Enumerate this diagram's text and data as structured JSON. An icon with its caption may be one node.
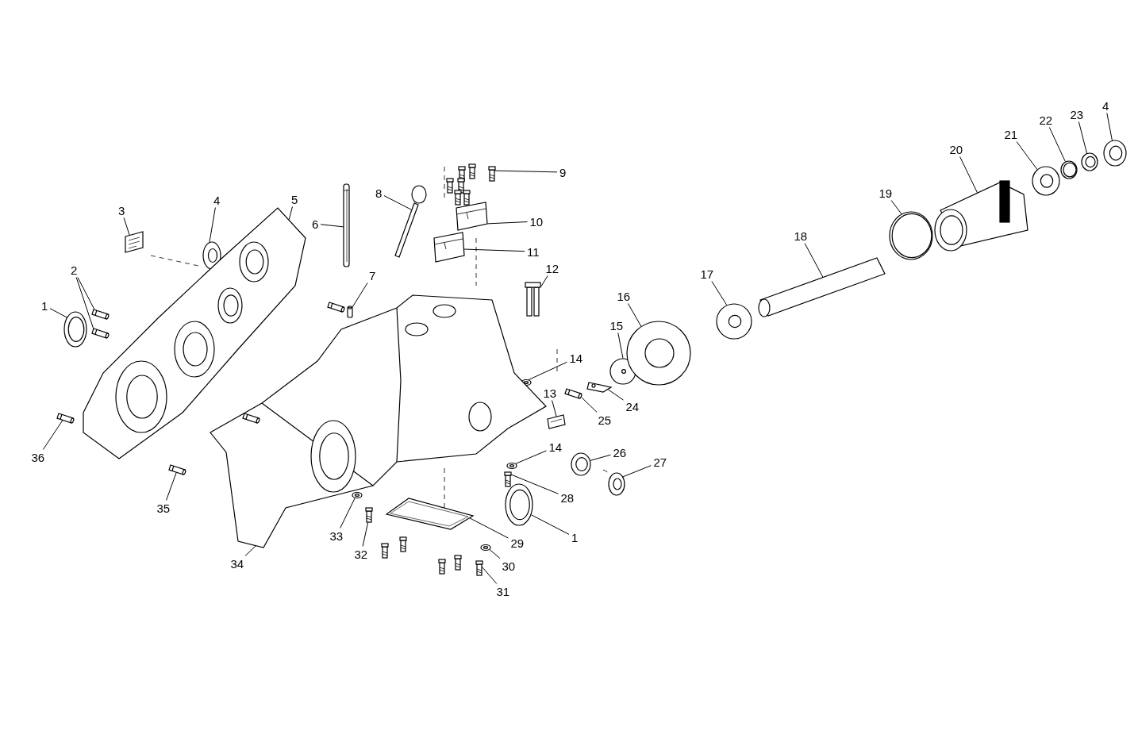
{
  "diagram": {
    "nodes": [
      {
        "text": [
          "3"
        ]
      },
      {
        "text": [
          "4"
        ]
      },
      {
        "text": [
          "5"
        ]
      },
      {
        "text": [
          "2"
        ]
      },
      {
        "text": [
          "1"
        ]
      },
      {
        "text": [
          "36"
        ]
      },
      {
        "text": [
          "6"
        ]
      },
      {
        "text": [
          "8"
        ]
      },
      {
        "text": [
          "9"
        ]
      },
      {
        "text": [
          "10"
        ]
      },
      {
        "text": [
          "11"
        ]
      },
      {
        "text": [
          "7"
        ]
      },
      {
        "text": [
          "12"
        ]
      },
      {
        "text": [
          "14"
        ]
      },
      {
        "text": [
          "15"
        ]
      },
      {
        "text": [
          "16"
        ]
      },
      {
        "text": [
          "13"
        ]
      },
      {
        "text": [
          "24"
        ]
      },
      {
        "text": [
          "25"
        ]
      },
      {
        "text": [
          "14"
        ]
      },
      {
        "text": [
          "26"
        ]
      },
      {
        "text": [
          "27"
        ]
      },
      {
        "text": [
          "28"
        ]
      },
      {
        "text": [
          "1"
        ]
      },
      {
        "text": [
          "29"
        ]
      },
      {
        "text": [
          "30"
        ]
      },
      {
        "text": [
          "31"
        ]
      },
      {
        "text": [
          "32"
        ]
      },
      {
        "text": [
          "33"
        ]
      },
      {
        "text": [
          "34"
        ]
      },
      {
        "text": [
          "35"
        ]
      },
      {
        "text": [
          "17"
        ]
      },
      {
        "text": [
          "18"
        ]
      },
      {
        "text": [
          "19"
        ]
      },
      {
        "text": [
          "20"
        ]
      },
      {
        "text": [
          "21"
        ]
      },
      {
        "text": [
          "22"
        ]
      },
      {
        "text": [
          "23"
        ]
      },
      {
        "text": [
          "4"
        ]
      },
      {
        "text": [],
        "shape": "picture"
      },
      {
        "text": [],
        "shape": "picture"
      },
      {
        "text": [],
        "shape": "picture"
      },
      {
        "text": [],
        "shape": "picture"
      },
      {
        "text": [],
        "shape": "picture"
      },
      {
        "text": [],
        "shape": "picture"
      },
      {
        "text": [],
        "shape": "picture"
      },
      {
        "text": [],
        "shape": "picture"
      },
      {
        "text": [],
        "shape": "picture"
      },
      {
        "text": [],
        "shape": "picture"
      },
      {
        "text": [],
        "shape": "picture"
      },
      {
        "text": [],
        "shape": "picture"
      },
      {
        "text": [],
        "shape": "picture"
      },
      {
        "text": [],
        "shape": "picture"
      },
      {
        "text": [],
        "shape": "picture"
      },
      {
        "text": [],
        "shape": "picture"
      },
      {
        "text": [],
        "shape": "picture"
      },
      {
        "text": [],
        "shape": "picture"
      },
      {
        "text": [],
        "shape": "picture"
      },
      {
        "text": [],
        "shape": "picture"
      },
      {
        "text": [],
        "shape": "picture"
      },
      {
        "text": [],
        "shape": "picture"
      },
      {
        "text": [],
        "shape": "picture"
      },
      {
        "text": [],
        "shape": "picture"
      },
      {
        "text": [],
        "shape": "picture"
      },
      {
        "text": [],
        "shape": "picture"
      },
      {
        "text": [],
        "shape": "picture"
      },
      {
        "text": [],
        "shape": "picture"
      },
      {
        "text": [],
        "shape": "picture"
      },
      {
        "text": [],
        "shape": "picture"
      },
      {
        "text": [],
        "shape": "picture"
      },
      {
        "text": [],
        "shape": "picture"
      },
      {
        "text": [],
        "shape": "picture"
      },
      {
        "text": [],
        "shape": "picture"
      },
      {
        "text": [],
        "shape": "picture"
      },
      {
        "text": [],
        "shape": "picture"
      },
      {
        "text": [],
        "shape": "picture"
      },
      {
        "text": [],
        "shape": "picture"
      },
      {
        "text": [],
        "shape": "picture"
      },
      {
        "text": [],
        "shape": "picture"
      }
    ],
    "edges": [
      {
        "from": 0,
        "to": 39,
        "arrow": "none"
      },
      {
        "from": 1,
        "to": 40,
        "arrow": "none"
      },
      {
        "from": 2,
        "to": 41,
        "arrow": "none"
      },
      {
        "from": 3,
        "to": 42,
        "arrow": "none"
      },
      {
        "from": 3,
        "to": 43,
        "arrow": "none"
      },
      {
        "from": 4,
        "to": 44,
        "arrow": "none"
      },
      {
        "from": 5,
        "to": 45,
        "arrow": "none"
      },
      {
        "from": 6,
        "to": 46,
        "arrow": "none"
      },
      {
        "from": 7,
        "to": 47,
        "arrow": "none"
      },
      {
        "from": 8,
        "to": 48,
        "arrow": "none"
      },
      {
        "from": 9,
        "to": 49,
        "arrow": "none"
      },
      {
        "from": 10,
        "to": 50,
        "arrow": "none"
      },
      {
        "from": 11,
        "to": 51,
        "arrow": "none"
      },
      {
        "from": 12,
        "to": 52,
        "arrow": "none"
      },
      {
        "from": 13,
        "to": 53,
        "arrow": "none"
      },
      {
        "from": 14,
        "to": 54,
        "arrow": "none"
      },
      {
        "from": 15,
        "to": 55,
        "arrow": "none"
      },
      {
        "from": 16,
        "to": 56,
        "arrow": "none"
      },
      {
        "from": 17,
        "to": 57,
        "arrow": "none"
      },
      {
        "from": 18,
        "to": 58,
        "arrow": "none"
      },
      {
        "from": 19,
        "to": 59,
        "arrow": "none"
      },
      {
        "from": 20,
        "to": 60,
        "arrow": "none"
      },
      {
        "from": 21,
        "to": 61,
        "arrow": "none"
      },
      {
        "from": 22,
        "to": 62,
        "arrow": "none"
      },
      {
        "from": 23,
        "to": 63,
        "arrow": "none"
      },
      {
        "from": 24,
        "to": 64,
        "arrow": "none"
      },
      {
        "from": 25,
        "to": 65,
        "arrow": "none"
      },
      {
        "from": 26,
        "to": 66,
        "arrow": "none"
      },
      {
        "from": 27,
        "to": 67,
        "arrow": "none"
      },
      {
        "from": 28,
        "to": 68,
        "arrow": "none"
      },
      {
        "from": 29,
        "to": 69,
        "arrow": "none"
      },
      {
        "from": 30,
        "to": 70,
        "arrow": "none"
      },
      {
        "from": 31,
        "to": 71,
        "arrow": "none"
      },
      {
        "from": 32,
        "to": 72,
        "arrow": "none"
      },
      {
        "from": 33,
        "to": 73,
        "arrow": "none"
      },
      {
        "from": 34,
        "to": 74,
        "arrow": "none"
      },
      {
        "from": 35,
        "to": 75,
        "arrow": "none"
      },
      {
        "from": 36,
        "to": 76,
        "arrow": "none"
      },
      {
        "from": 37,
        "to": 77,
        "arrow": "none"
      },
      {
        "from": 38,
        "to": 78,
        "arrow": "none"
      }
    ]
  }
}
